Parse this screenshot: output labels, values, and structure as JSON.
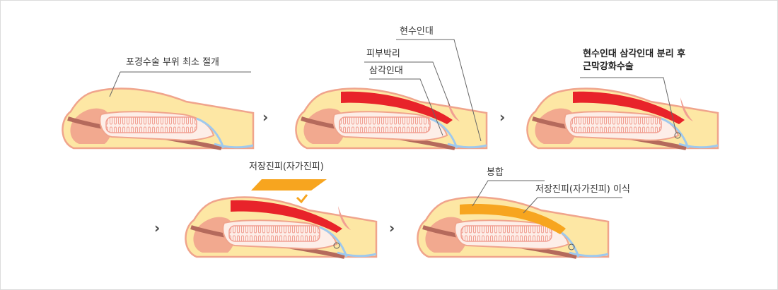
{
  "colors": {
    "skin": "#fde7a4",
    "skin_outline": "#f0a48c",
    "glans": "#f2a98f",
    "urethra": "#b56a5c",
    "core": "#fdeee8",
    "ridges": "#f19f92",
    "red_layer": "#e8232a",
    "orange_graft": "#f7a51f",
    "blue_vessel": "#9ec9ee",
    "leader": "#666666"
  },
  "arrows": [
    "›",
    "›",
    "›",
    "›"
  ],
  "steps": [
    {
      "labels": [
        "포경수술 부위 최소 절개"
      ]
    },
    {
      "labels": [
        "현수인대",
        "피부박리",
        "삼각인대"
      ]
    },
    {
      "labels": [
        "현수인대 삼각인대 분리 후",
        "근막강화수술"
      ]
    },
    {
      "labels": [
        "저장진피(자가진피)"
      ]
    },
    {
      "labels": [
        "봉합",
        "저장진피(자가진피) 이식"
      ]
    }
  ]
}
